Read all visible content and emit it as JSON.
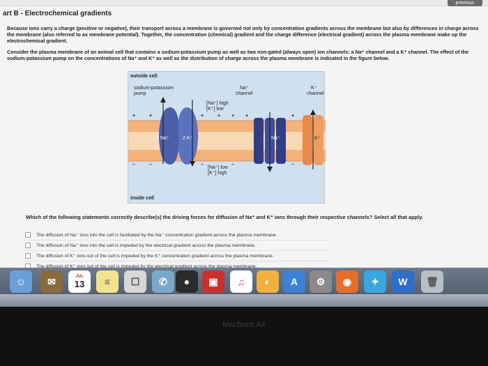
{
  "window": {
    "prev_button": "previous"
  },
  "part": {
    "title": "art B - Electrochemical gradients"
  },
  "intro": {
    "paragraph1": "Because ions carry a charge (positive or negative), their transport across a membrane is governed not only by concentration gradients across the membrane but also by differences in charge across the membrane (also referred to as membrane potential). Together, the concentration (chemical) gradient and the charge difference (electrical gradient) across the plasma membrane make up the electrochemical gradient.",
    "paragraph2": "Consider the plasma membrane of an animal cell that contains a sodium-potassium pump as well as two non-gated (always open) ion channels: a Na⁺ channel and a K⁺ channel. The effect of the sodium-potassium pump on the concentrations of Na⁺ and K⁺ as well as the distribution of charge across the plasma membrane is indicated in the figure below."
  },
  "figure": {
    "outside_label": "outside cell",
    "inside_label": "inside cell",
    "pump_label_1": "sodium-potassium",
    "pump_label_2": "pump",
    "na_channel_1": "Na⁺",
    "na_channel_2": "channel",
    "k_channel_1": "K⁺",
    "k_channel_2": "channel",
    "outside_conc_1": "[Na⁺] high",
    "outside_conc_2": "[K⁺] low",
    "inside_conc_1": "[Na⁺] low",
    "inside_conc_2": "[K⁺] high",
    "pump_na": "3 Na⁺",
    "pump_k": "2 K⁺",
    "na_in_channel": "Na⁺",
    "k_in_channel": "K⁺",
    "plus": "+",
    "minus": "–"
  },
  "question": {
    "text": "Which of the following statements correctly describe(s) the driving forces for diffusion of Na⁺ and K⁺ ions through their respective channels? Select all that apply.",
    "options": [
      "The diffusion of Na⁺ ions into the cell is facilitated by the Na⁺ concentration gradient across the plasma membrane.",
      "The diffusion of Na⁺ ions into the cell is impeded by the electrical gradient across the plasma membrane.",
      "The diffusion of K⁺ ions out of the cell is impeded by the K⁺ concentration gradient across the plasma membrane.",
      "The diffusion of K⁺ ions out of the cell is impeded by the electrical gradient across the plasma membrane."
    ]
  },
  "dock": {
    "calendar_day": "13",
    "calendar_month": "JUL"
  },
  "bezel": {
    "label": "MacBook Air"
  },
  "colors": {
    "membrane": "#f2b27a",
    "membrane_core": "#f7d9b5",
    "pump": "#4a5fa8",
    "na_channel": "#2f3f86",
    "k_channel": "#e8894a",
    "background_fig": "#cfe1ee"
  }
}
